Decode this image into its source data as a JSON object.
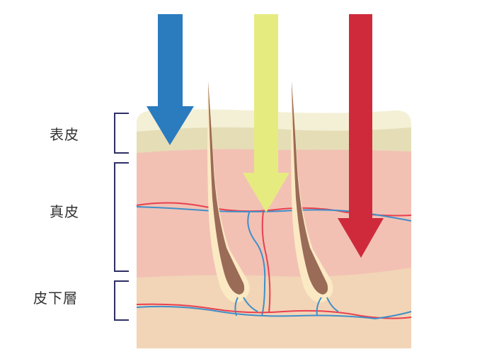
{
  "labels": {
    "epidermis": "表皮",
    "dermis": "真皮",
    "subcutis": "皮下層"
  },
  "colors": {
    "blue_arrow": "#2b7bbf",
    "yellow_arrow": "#e6eb80",
    "red_arrow": "#cf2a3c",
    "epidermis_top": "#f4f0d6",
    "epidermis": "#e5ddb6",
    "dermis": "#f2c1b4",
    "subcutis": "#f2d4b6",
    "hair": "#9a6b57",
    "follicle": "#fbe9c3",
    "bracket": "#2f2f66",
    "artery": "#e8404f",
    "vein": "#3f8fc9"
  }
}
